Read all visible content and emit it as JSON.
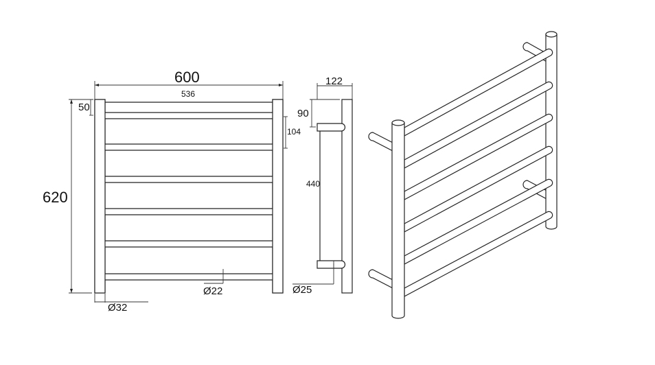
{
  "drawing": {
    "subject": "Heated towel rail technical drawing",
    "views": [
      "front-view",
      "side-view",
      "isometric-view"
    ],
    "line_color": "#222222",
    "background": "#ffffff"
  },
  "front_view": {
    "overall_width": "600",
    "rail_length": "536",
    "overall_height": "620",
    "top_offset": "50",
    "rail_spacing": "104",
    "rail_diameter": "Ø22",
    "post_diameter": "Ø32",
    "rail_count": 6
  },
  "side_view": {
    "depth": "122",
    "bracket_top_offset": "90",
    "bracket_spacing": "440",
    "bracket_diameter": "Ø25"
  },
  "isometric_view": {
    "rail_count": 6,
    "posts": 2,
    "wall_brackets": 4
  }
}
